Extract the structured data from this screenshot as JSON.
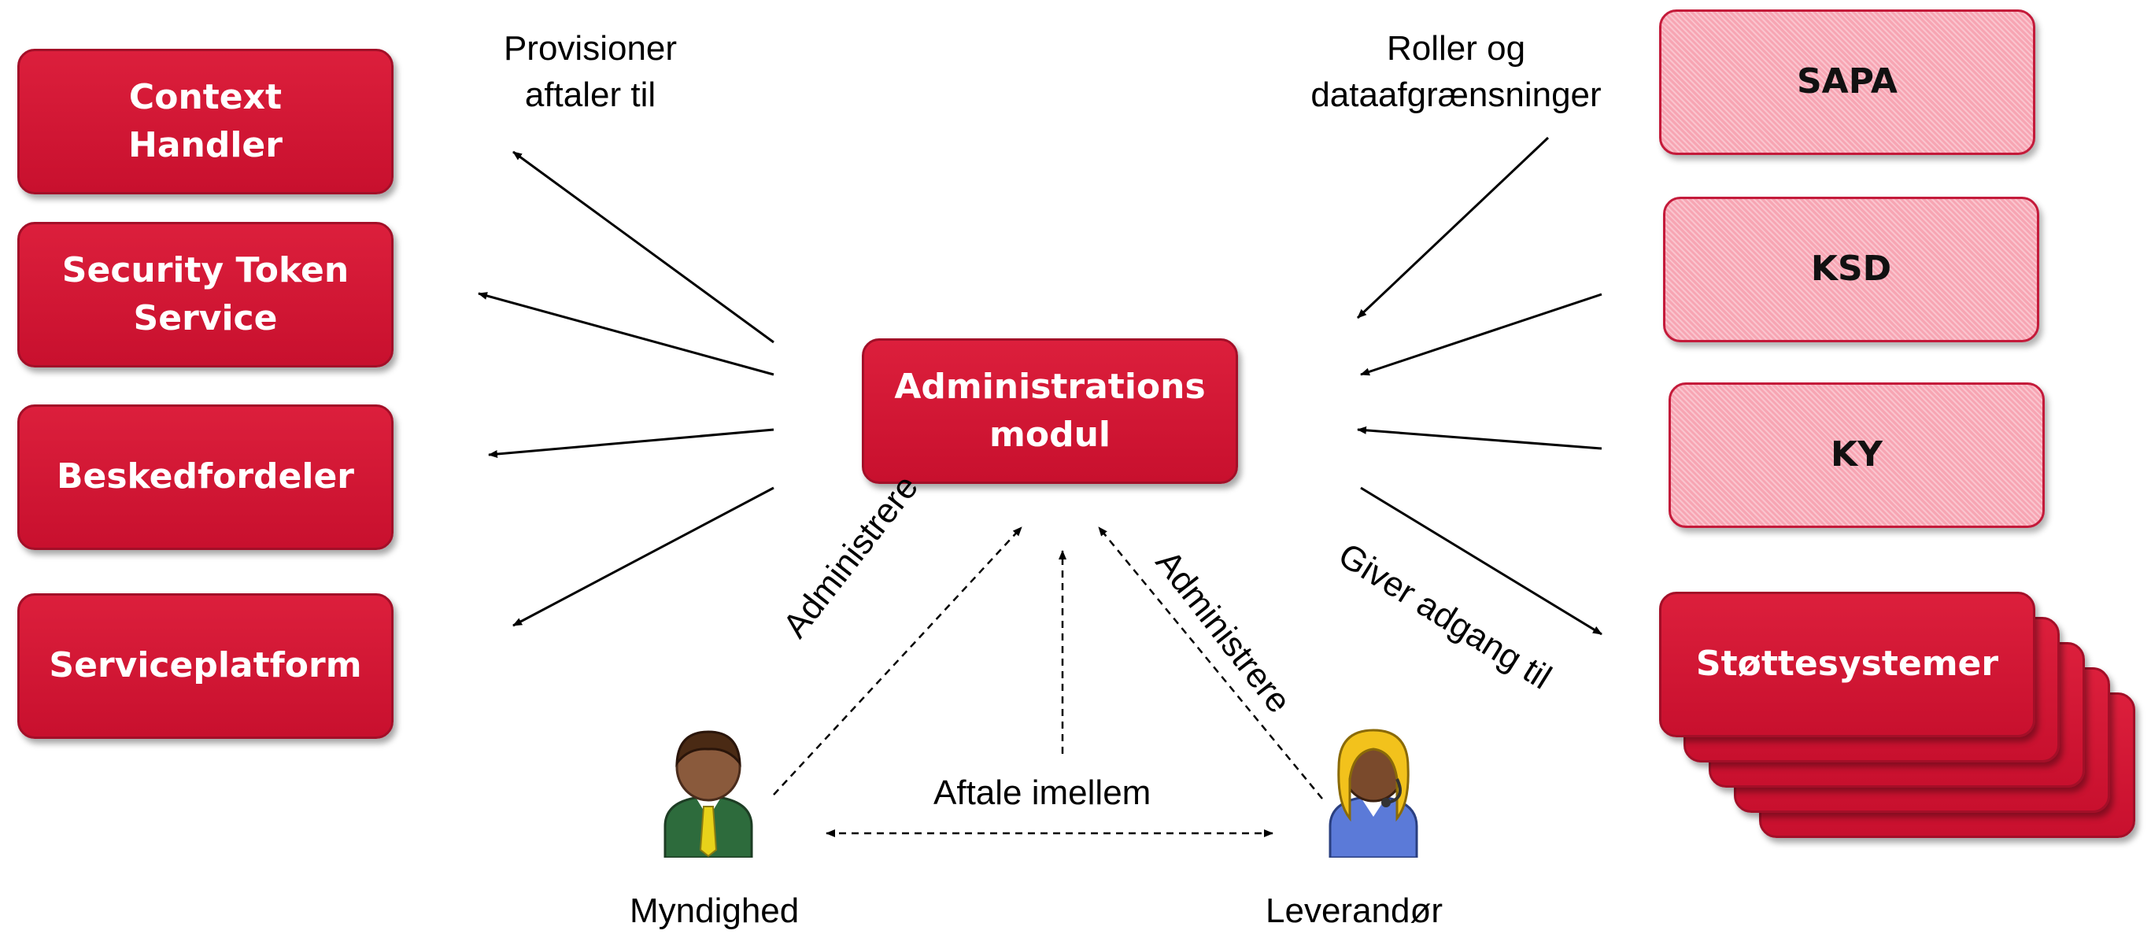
{
  "left_boxes": [
    {
      "label": "Context Handler"
    },
    {
      "label": "Security Token Service"
    },
    {
      "label": "Beskedfordeler"
    },
    {
      "label": "Serviceplatform"
    }
  ],
  "center_box": {
    "label": "Administrations modul"
  },
  "right_boxes": [
    {
      "label": "SAPA"
    },
    {
      "label": "KSD"
    },
    {
      "label": "KY"
    }
  ],
  "support_stack": {
    "label": "Støttesystemer"
  },
  "labels": {
    "provisioner": "Provisioner aftaler til",
    "roller": "Roller og dataafgrænsninger",
    "administrere_left": "Administrere",
    "administrere_right": "Administrere",
    "giver": "Giver adgang til",
    "aftale": "Aftale imellem"
  },
  "actors": [
    {
      "name": "Myndighed",
      "icon": "authority-person-icon"
    },
    {
      "name": "Leverandør",
      "icon": "supplier-person-icon"
    }
  ],
  "colors": {
    "red": "#c8102e",
    "pink": "#f7a5b3"
  }
}
